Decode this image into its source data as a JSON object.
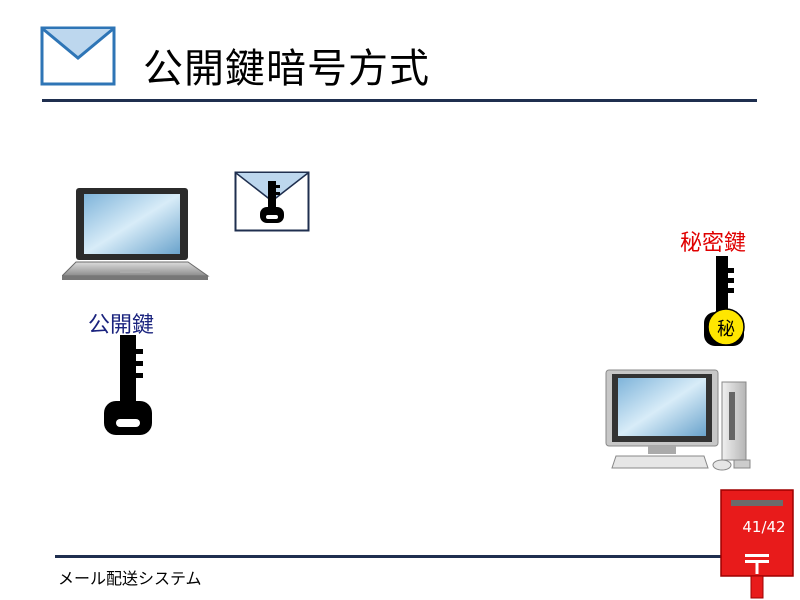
{
  "slide": {
    "title": "公開鍵暗号方式",
    "footer": "メール配送システム",
    "page_number": "41/42"
  },
  "labels": {
    "public_key": "公開鍵",
    "secret_key": "秘密鍵",
    "secret_badge": "秘"
  },
  "colors": {
    "rule": "#1f2f4f",
    "title_icon": "#2e75b6",
    "envelope_fill": "#bdd7ee",
    "public_label": "#1a237e",
    "secret_label": "#e00000",
    "postbox": "#e81b1b",
    "badge": "#ffe600"
  },
  "icons": {
    "title": "envelope-icon",
    "sender": "laptop-icon",
    "message": "locked-envelope-icon",
    "public": "public-key-icon",
    "secret": "secret-key-icon",
    "receiver": "desktop-computer-icon",
    "corner": "postbox-icon"
  }
}
